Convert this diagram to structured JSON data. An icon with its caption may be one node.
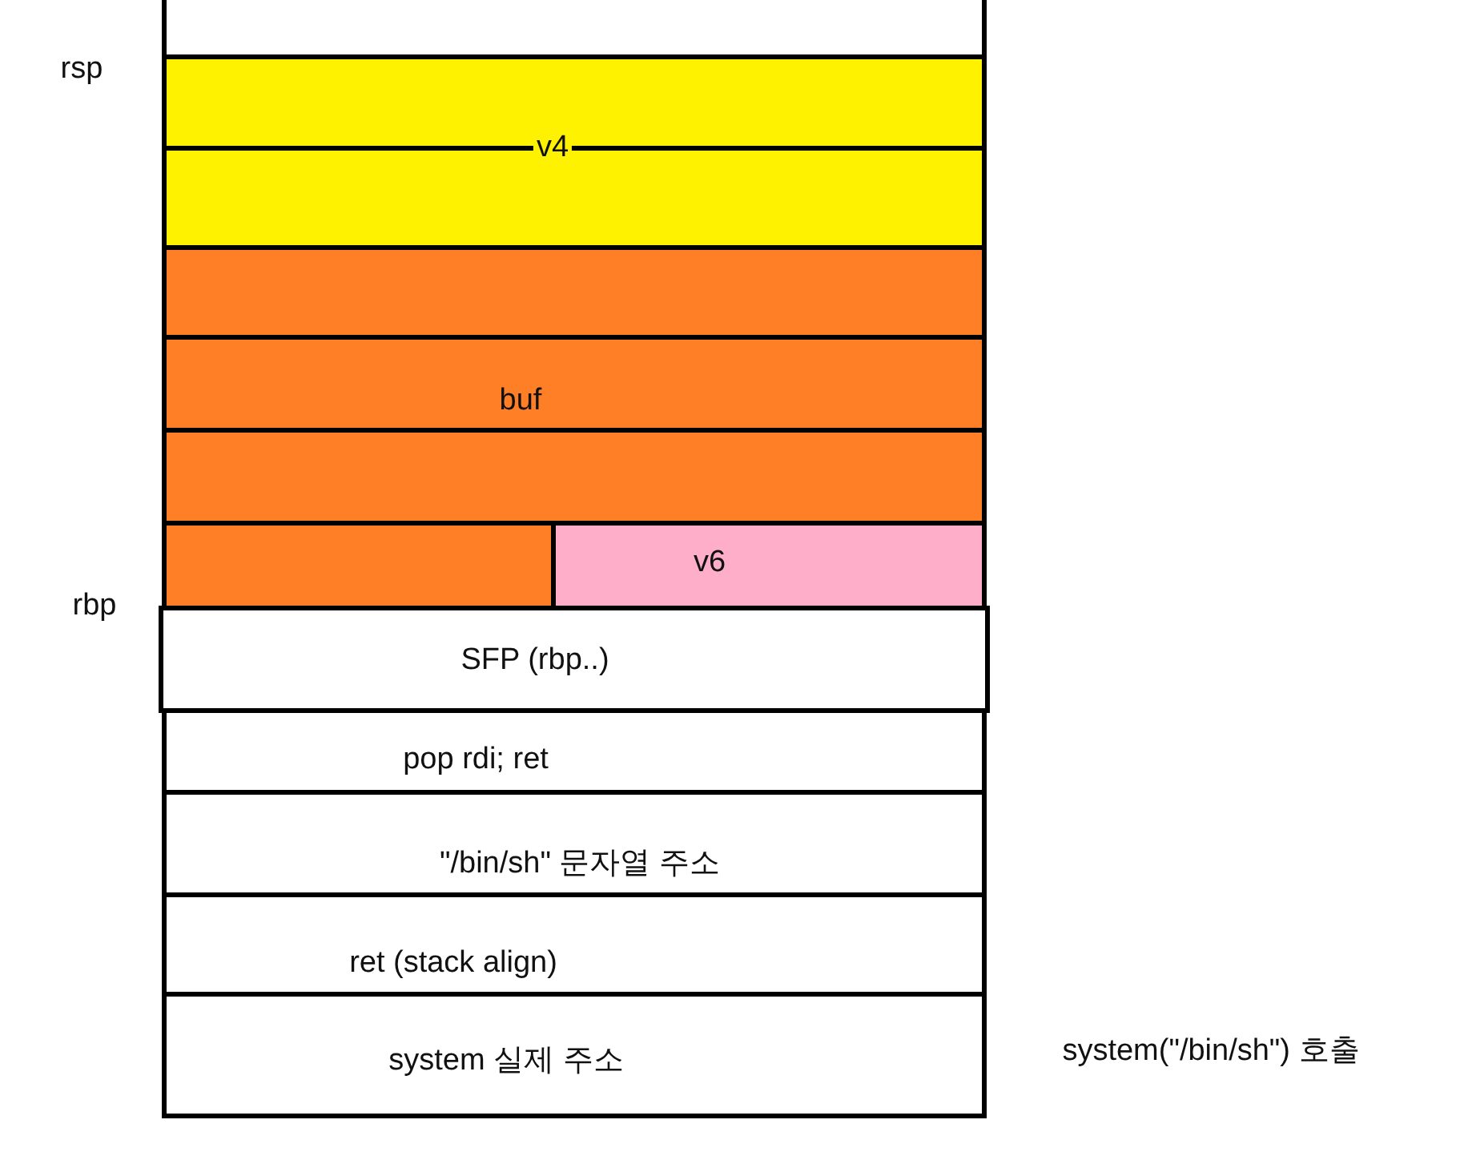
{
  "diagram": {
    "nodes": [
      {
        "text": [],
        "shape": "box"
      },
      {
        "text": [
          "v4"
        ]
      },
      {
        "text": [
          "buf"
        ]
      },
      {
        "text": [],
        "shape": "box"
      },
      {
        "text": [
          "v6"
        ]
      },
      {
        "text": [
          "SFP (rbp..)"
        ]
      },
      {
        "text": [
          "pop rdi; ret"
        ]
      },
      {
        "text": [
          "\"/bin/sh\" 문자열 주소"
        ]
      },
      {
        "text": [
          "ret (stack align)"
        ]
      },
      {
        "text": [
          "system 실제 주소"
        ]
      }
    ],
    "labels": [
      "rsp",
      "rbp",
      "system(\"/bin/sh\") 호출"
    ]
  }
}
